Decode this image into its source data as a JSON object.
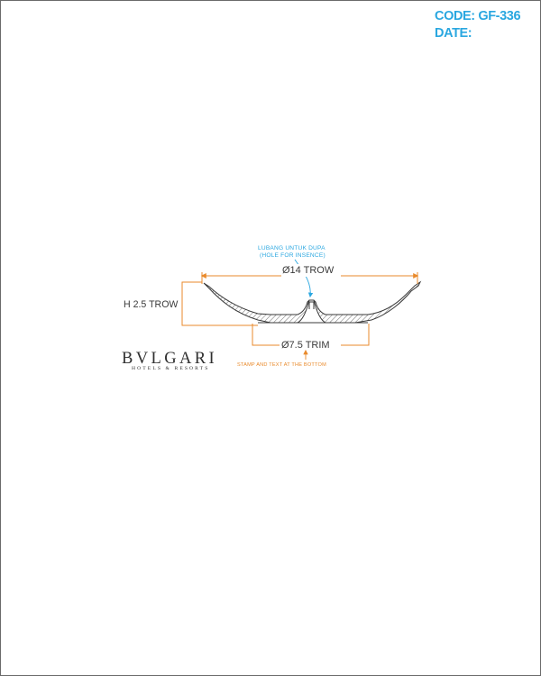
{
  "header": {
    "code_label": "CODE: GF-336",
    "date_label": "DATE:"
  },
  "drawing": {
    "hole_note_line1": "LUBANG UNTUK DUPA",
    "hole_note_line2": "(HOLE FOR INSENCE)",
    "diameter_top": "Ø14 TROW",
    "height_label": "H 2.5 TROW",
    "diameter_base": "Ø7.5 TRIM",
    "bottom_note": "STAMP AND TEXT AT THE BOTTOM"
  },
  "logo": {
    "brand": "BVLGARI",
    "tagline": "HOTELS & RESORTS"
  },
  "colors": {
    "accent_blue": "#2aa7e0",
    "dimension_orange": "#e98a2b",
    "line_dark": "#3a3a3a",
    "border_gray": "#6a6a6a"
  }
}
